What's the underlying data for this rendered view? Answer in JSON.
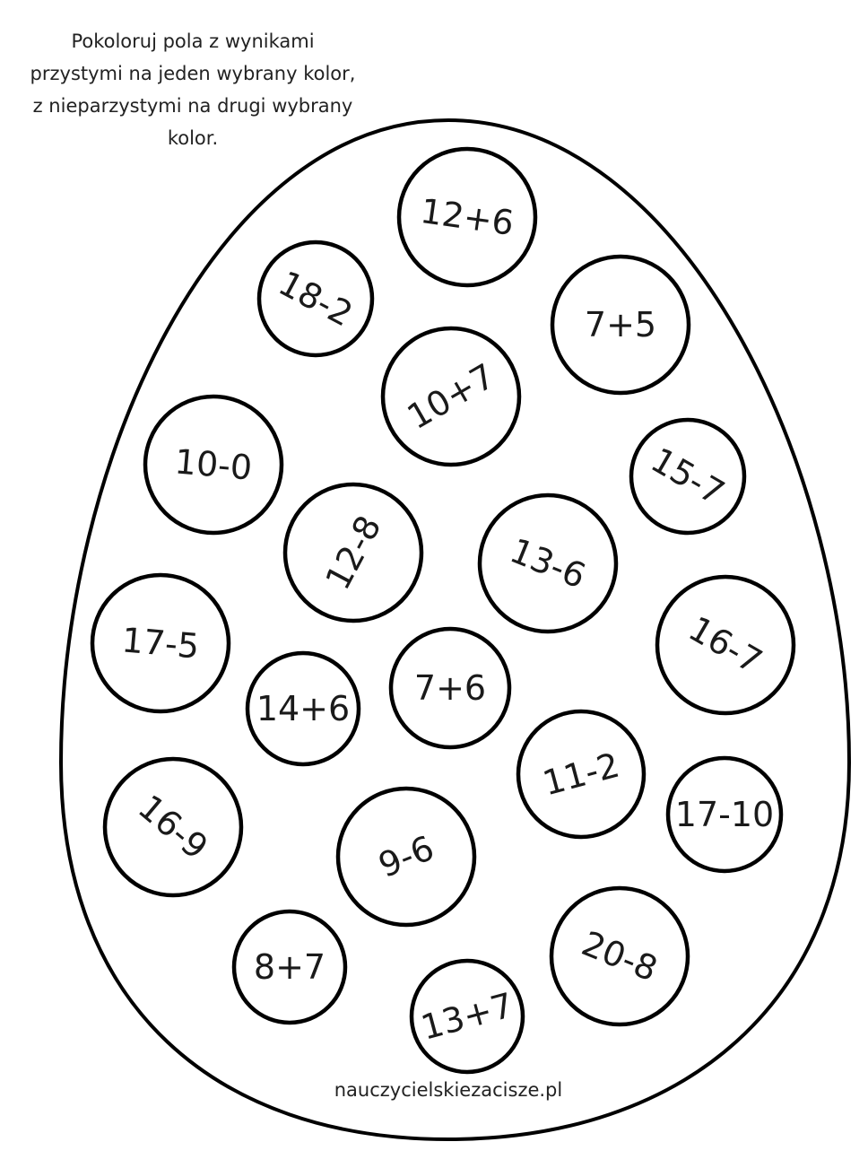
{
  "instructions": {
    "line1": "Pokoloruj pola z wynikami",
    "line2": "przystymi na jeden wybrany kolor,",
    "line3": "z nieparzystymi na drugi wybrany",
    "line4": "kolor."
  },
  "problems": [
    "12+6",
    "18-2",
    "7+5",
    "10+7",
    "10-0",
    "15-7",
    "12-8",
    "13-6",
    "17-5",
    "16-7",
    "14+6",
    "7+6",
    "11-2",
    "17-10",
    "16-9",
    "9-6",
    "8+7",
    "20-8",
    "13+7"
  ],
  "footer": {
    "site": "nauczycielskiezacisze.pl"
  },
  "colors": {
    "outline": "#000000",
    "text": "#1a1a1a",
    "background": "#ffffff"
  }
}
